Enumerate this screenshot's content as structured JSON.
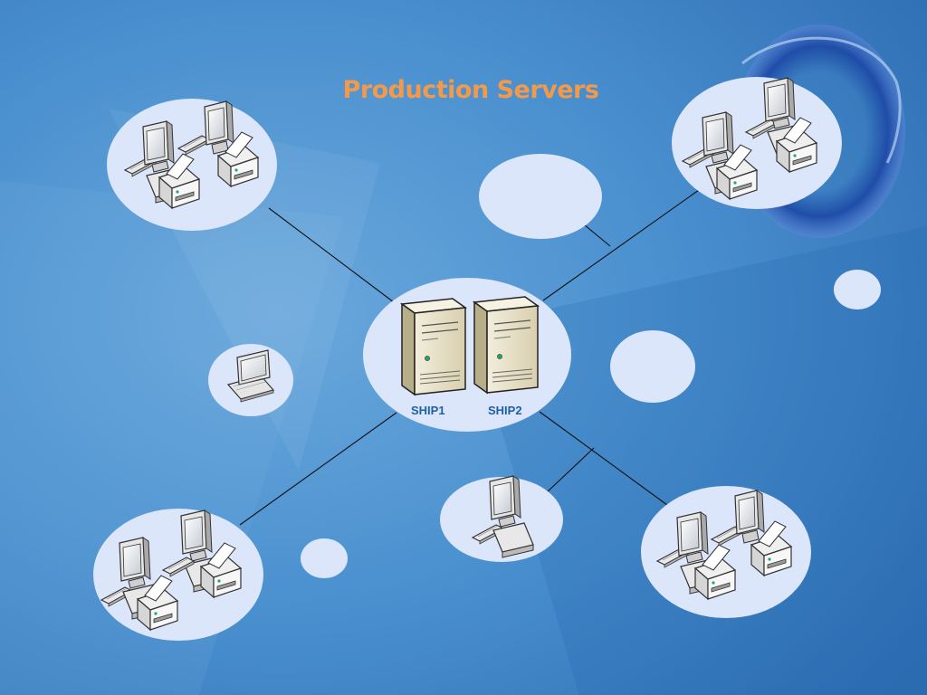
{
  "diagram": {
    "title": "Production Servers",
    "servers": [
      {
        "label": "SHIP1"
      },
      {
        "label": "SHIP2"
      }
    ]
  },
  "colors": {
    "title": "#f39a4a",
    "server_label": "#1f5fa8",
    "bubble_fill": "#dbe6fb",
    "background": "#3c86c8",
    "link": "#111111"
  },
  "icons": [
    "workstation-icon",
    "laser-printer-icon",
    "keyboard-icon",
    "laptop-icon",
    "tower-server-icon"
  ]
}
